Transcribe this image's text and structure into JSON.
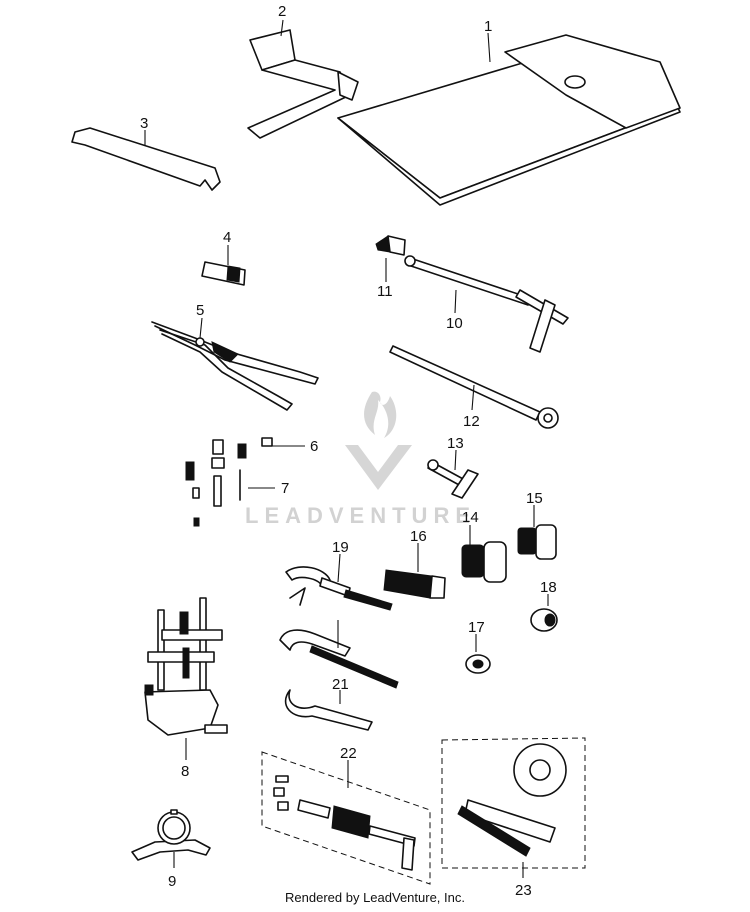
{
  "watermark": {
    "brand": "LEADVENTURE"
  },
  "footer": {
    "credit": "Rendered by LeadVenture, Inc."
  },
  "callouts": [
    {
      "id": "1",
      "text": "1"
    },
    {
      "id": "2",
      "text": "2"
    },
    {
      "id": "3",
      "text": "3"
    },
    {
      "id": "4",
      "text": "4"
    },
    {
      "id": "5",
      "text": "5"
    },
    {
      "id": "6",
      "text": "6"
    },
    {
      "id": "7",
      "text": "7"
    },
    {
      "id": "8",
      "text": "8"
    },
    {
      "id": "9",
      "text": "9"
    },
    {
      "id": "10",
      "text": "10"
    },
    {
      "id": "11",
      "text": "11"
    },
    {
      "id": "12",
      "text": "12"
    },
    {
      "id": "13",
      "text": "13"
    },
    {
      "id": "14",
      "text": "14"
    },
    {
      "id": "15",
      "text": "15"
    },
    {
      "id": "16",
      "text": "16"
    },
    {
      "id": "17",
      "text": "17"
    },
    {
      "id": "18",
      "text": "18"
    },
    {
      "id": "19",
      "text": "19"
    },
    {
      "id": "21",
      "text": "21"
    },
    {
      "id": "22",
      "text": "22"
    },
    {
      "id": "23",
      "text": "23"
    }
  ]
}
